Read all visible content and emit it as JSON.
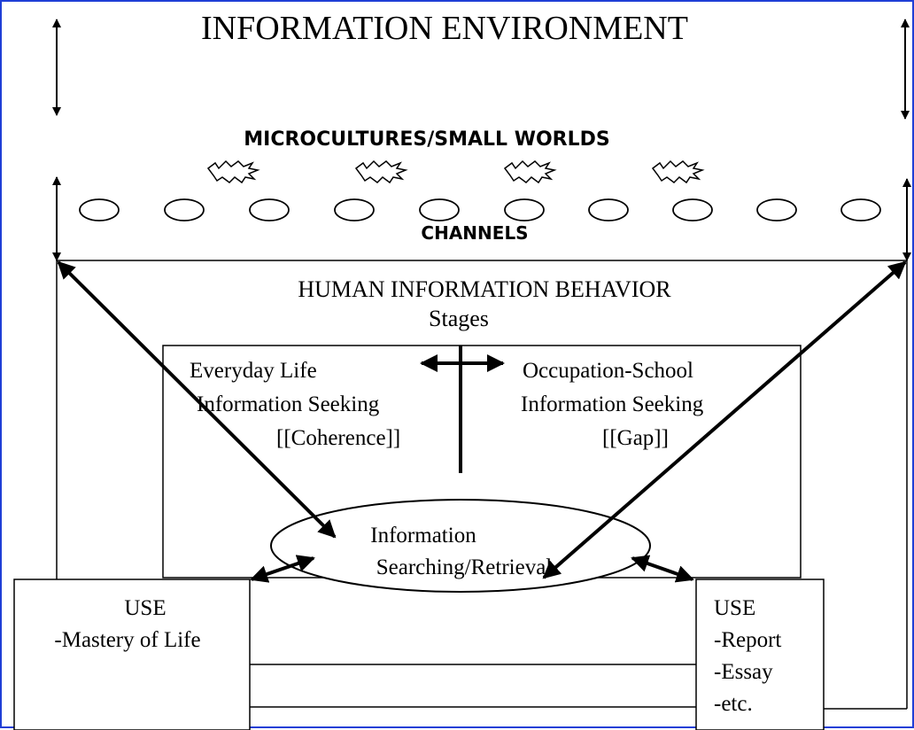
{
  "title": "INFORMATION ENVIRONMENT",
  "microcultures_label": "MICROCULTURES/SMALL WORLDS",
  "channels_label": "CHANNELS",
  "hib": {
    "title": "HUMAN INFORMATION BEHAVIOR",
    "subtitle": "Stages"
  },
  "everyday": {
    "line1": "Everyday Life",
    "line2": "Information Seeking",
    "line3": "[[Coherence]]"
  },
  "occupation": {
    "line1": "Occupation-School",
    "line2": "Information Seeking",
    "line3": "[[Gap]]"
  },
  "searching": {
    "line1": "Information",
    "line2": "Searching/Retrieval"
  },
  "use_left": {
    "line1": "USE",
    "line2": "-Mastery of Life"
  },
  "use_right": {
    "line1": "USE",
    "line2": "-Report",
    "line3": "-Essay",
    "line4": "-etc."
  },
  "colors": {
    "frame": "#1f3fd6",
    "ink": "#000000"
  }
}
